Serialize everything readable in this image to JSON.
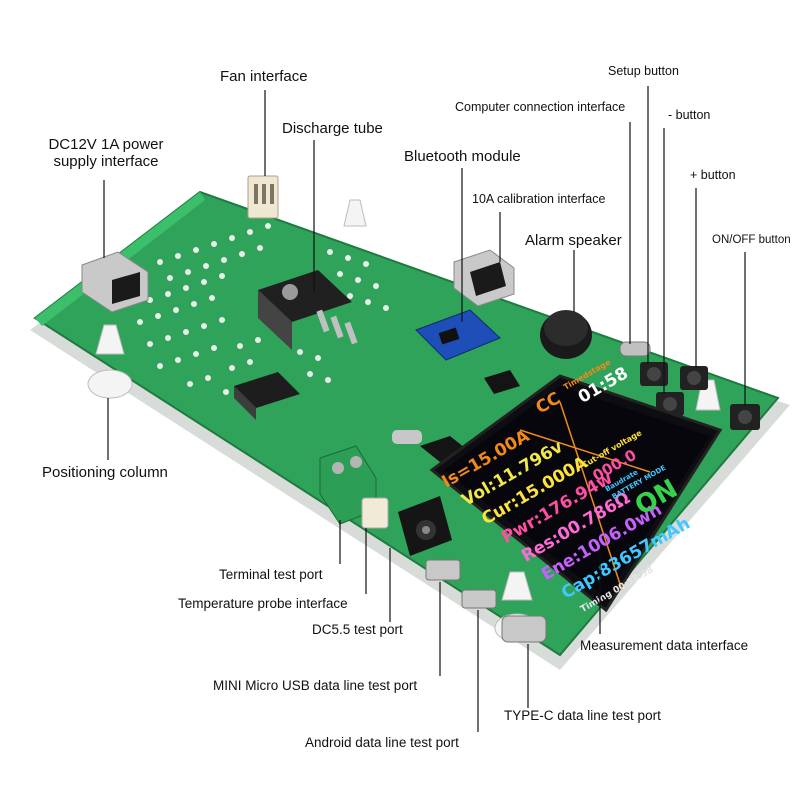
{
  "labels": {
    "fan_interface": "Fan interface",
    "dc12v_line1": "DC12V 1A power",
    "dc12v_line2": "supply interface",
    "discharge_tube": "Discharge tube",
    "bluetooth_module": "Bluetooth module",
    "computer_connection": "Computer connection interface",
    "setup_button": "Setup button",
    "minus_button": "- button",
    "plus_button": "+ button",
    "onoff_button": "ON/OFF button",
    "calibration_10a": "10A calibration interface",
    "alarm_speaker": "Alarm speaker",
    "positioning_column": "Positioning column",
    "terminal_test_port": "Terminal test port",
    "temperature_probe": "Temperature probe interface",
    "dc55_test_port": "DC5.5 test port",
    "measurement_data": "Measurement data interface",
    "mini_micro_usb": "MINI Micro USB data line test port",
    "typec_port": "TYPE-C data line test port",
    "android_port": "Android data line test port"
  },
  "lcd": {
    "mode": "CC",
    "timed_stage_label": "Timedstage",
    "timer": "01:58",
    "cutoff_label": "Cut-off voltage",
    "cutoff_value": "000.0",
    "is_value": "Is=15.00A",
    "vol_value": "Vol:11.796v",
    "cur_value": "Cur:15.000A",
    "pwr_value": "Pwr:176.94w",
    "res_value": "Res:00.786Ω",
    "ene_value": "Ene:1006.0wh",
    "cap_value": "Cap:83657mAh",
    "status_1": "Baudrate",
    "status_2": "BATTERY MODE",
    "on_state": "ON",
    "timing": "Timing 00:38:58"
  },
  "colors": {
    "pcb_green": "#2fa35a",
    "lcd_bg": "#0a0a14",
    "accent_orange": "#f08a1c",
    "accent_green": "#37d24a"
  }
}
